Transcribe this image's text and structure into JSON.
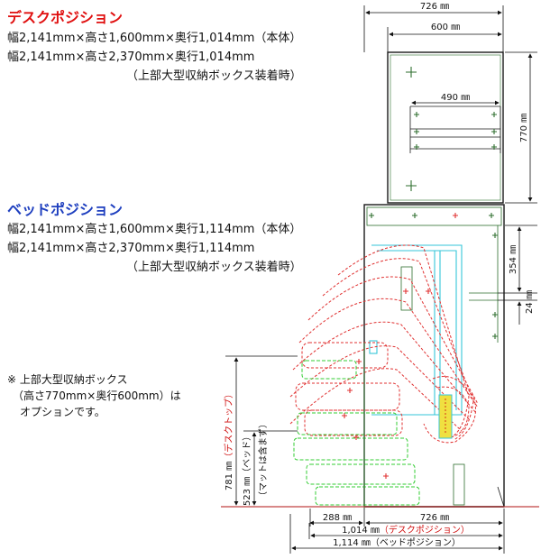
{
  "desk": {
    "title": "デスクポジション",
    "lines": [
      "幅2,141mm×高さ1,600mm×奥行1,014mm（本体）",
      "幅2,141mm×高さ2,370mm×奥行1,014mm",
      "（上部大型収納ボックス装着時）"
    ]
  },
  "bed": {
    "title": "ベッドポジション",
    "lines": [
      "幅2,141mm×高さ1,600mm×奥行1,114mm（本体）",
      "幅2,141mm×高さ2,370mm×奥行1,114mm",
      "（上部大型収納ボックス装着時）"
    ]
  },
  "note": {
    "lines": [
      "※ 上部大型収納ボックス",
      "（高さ770mm×奥行600mm）は",
      "オプションです。"
    ]
  },
  "dimensions": {
    "top_width_outer": "726 ㎜",
    "top_width_inner": "600 ㎜",
    "box_inner": "490 ㎜",
    "box_height": "770 ㎜",
    "shelf_height": "354 ㎜",
    "shelf_thickness": "24 ㎜",
    "desk_top_height_value": "781 ㎜",
    "desk_top_height_label": "（デスクトップ）",
    "bed_height_value": "523 ㎜",
    "bed_height_label": "（ベッド）",
    "bed_height_note": "（マットは含まず）",
    "bottom_left": "288 ㎜",
    "bottom_right": "726 ㎜",
    "depth_desk_value": "1,014 ㎜",
    "depth_desk_label": "（デスクポジション）",
    "depth_bed_value": "1,114 ㎜",
    "depth_bed_label": "（ベッドポジション）"
  },
  "colors": {
    "desk_title": "#e01010",
    "bed_title": "#1e3fbf",
    "outline": "#1a1a1a",
    "structure_green": "#2e6e2e",
    "motion_red": "#e03030",
    "cyan": "#35c6d8",
    "green_fill": "#33cc33",
    "yellow": "#f0e040",
    "floor": "#c04040"
  }
}
